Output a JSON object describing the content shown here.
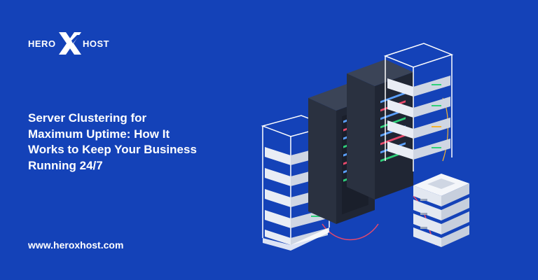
{
  "brand": {
    "left_text": "HERO",
    "right_text": "HOST",
    "mark_icon": "x-mark-icon"
  },
  "headline": {
    "lines": [
      "Server Clustering for",
      "Maximum Uptime: How It",
      "Works to Keep Your Business",
      "Running 24/7"
    ]
  },
  "footer": {
    "website": "www.heroxhost.com"
  },
  "colors": {
    "background": "#1442b8",
    "text": "#ffffff",
    "server_dark": "#2a3140",
    "server_light": "#e9edf5",
    "cable": "#e8496b"
  },
  "illustration": {
    "icon": "server-cluster-illustration"
  }
}
